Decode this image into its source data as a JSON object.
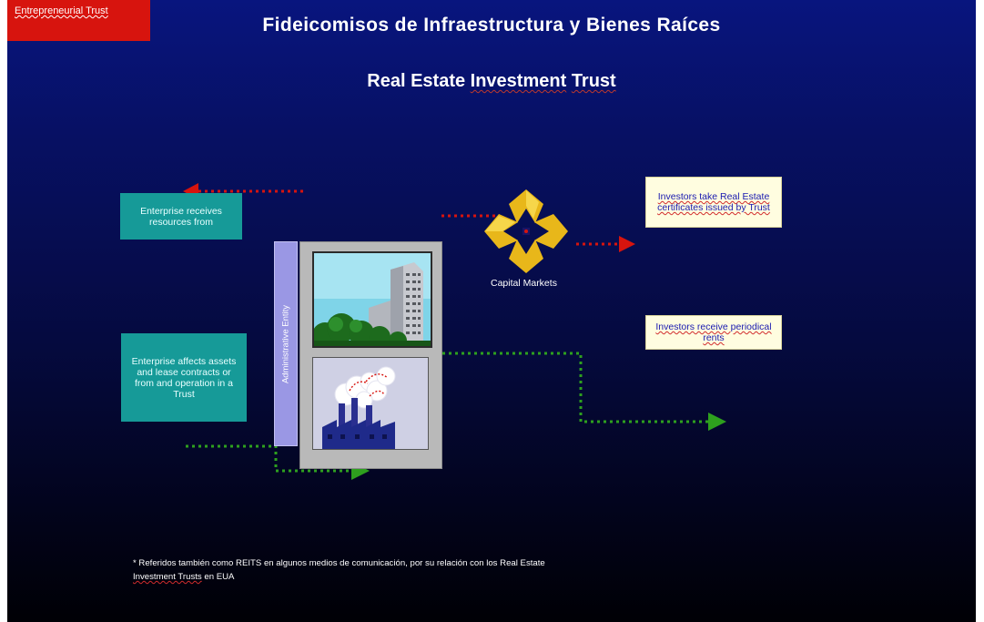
{
  "slide": {
    "title": "Fideicomisos de Infraestructura y Bienes Raíces",
    "subtitle_prefix": "Real Estate ",
    "subtitle_word1": "Investment",
    "subtitle_word2": "Trust"
  },
  "boxes": {
    "enterprise_receives": "Enterprise receives resources from",
    "entrepreneurial_trust": "Entrepreneurial Trust",
    "enterprise_affects": "Enterprise affects assets and lease contracts or from and operation in a Trust",
    "administrative_entity": "Administrative Entity",
    "capital_markets": "Capital Markets",
    "investors_take": "Investors take Real Estate certificates issued by Trust",
    "investors_receive": "Investors receive periodical rents"
  },
  "footnote": {
    "line1": "* Referidos también como REITS en algunos medios de comunicación, por su relación con los Real Estate",
    "line2_word": "Investment Trusts",
    "line2_rest": " en EUA"
  },
  "colors": {
    "red": "#d7140e",
    "teal": "#169a98",
    "green_arrow": "#2ea01e",
    "gold": "#e8b71a",
    "lavender": "#9a97e4"
  }
}
